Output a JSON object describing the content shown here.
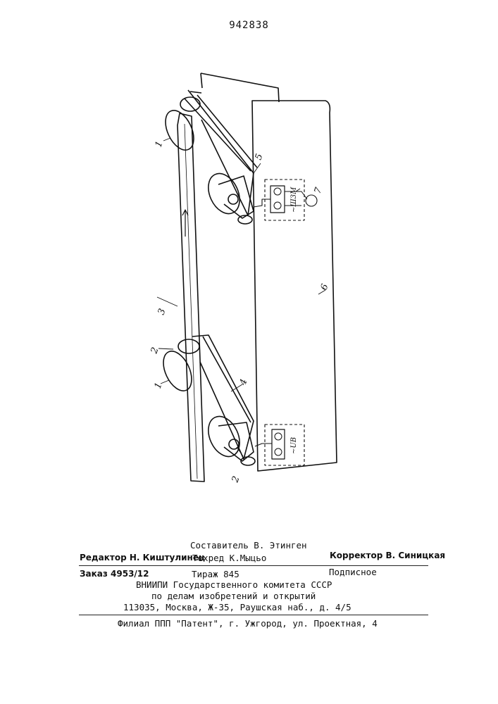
{
  "header": {
    "patent_number": "942838"
  },
  "figure": {
    "labels": {
      "roller_top": "1",
      "roller_bottom": "1",
      "arrow_label": "3",
      "belt_left": "2",
      "belt_lower": "2",
      "chain": "4",
      "sensor": "5",
      "frame": "6",
      "indicator": "7",
      "box_top_text": "~Ш3М",
      "box_bottom_text": "~UВ"
    }
  },
  "imprint": {
    "composer": "Составитель В. Этинген",
    "editor": "Редактор Н. Киштулинец",
    "techred": "Техред К.Мыцьо",
    "corrector": "Корректор В. Синицкая",
    "order": "Заказ 4953/12",
    "circulation": "Тираж 845",
    "subscription": "Подписное",
    "org_line1": "ВНИИПИ Государственного комитета СССР",
    "org_line2": "по делам изобретений и открытий",
    "org_line3": "113035, Москва, Ж-35, Раушская наб., д. 4/5",
    "branch": "Филиал ППП \"Патент\", г. Ужгород, ул. Проектная, 4"
  }
}
